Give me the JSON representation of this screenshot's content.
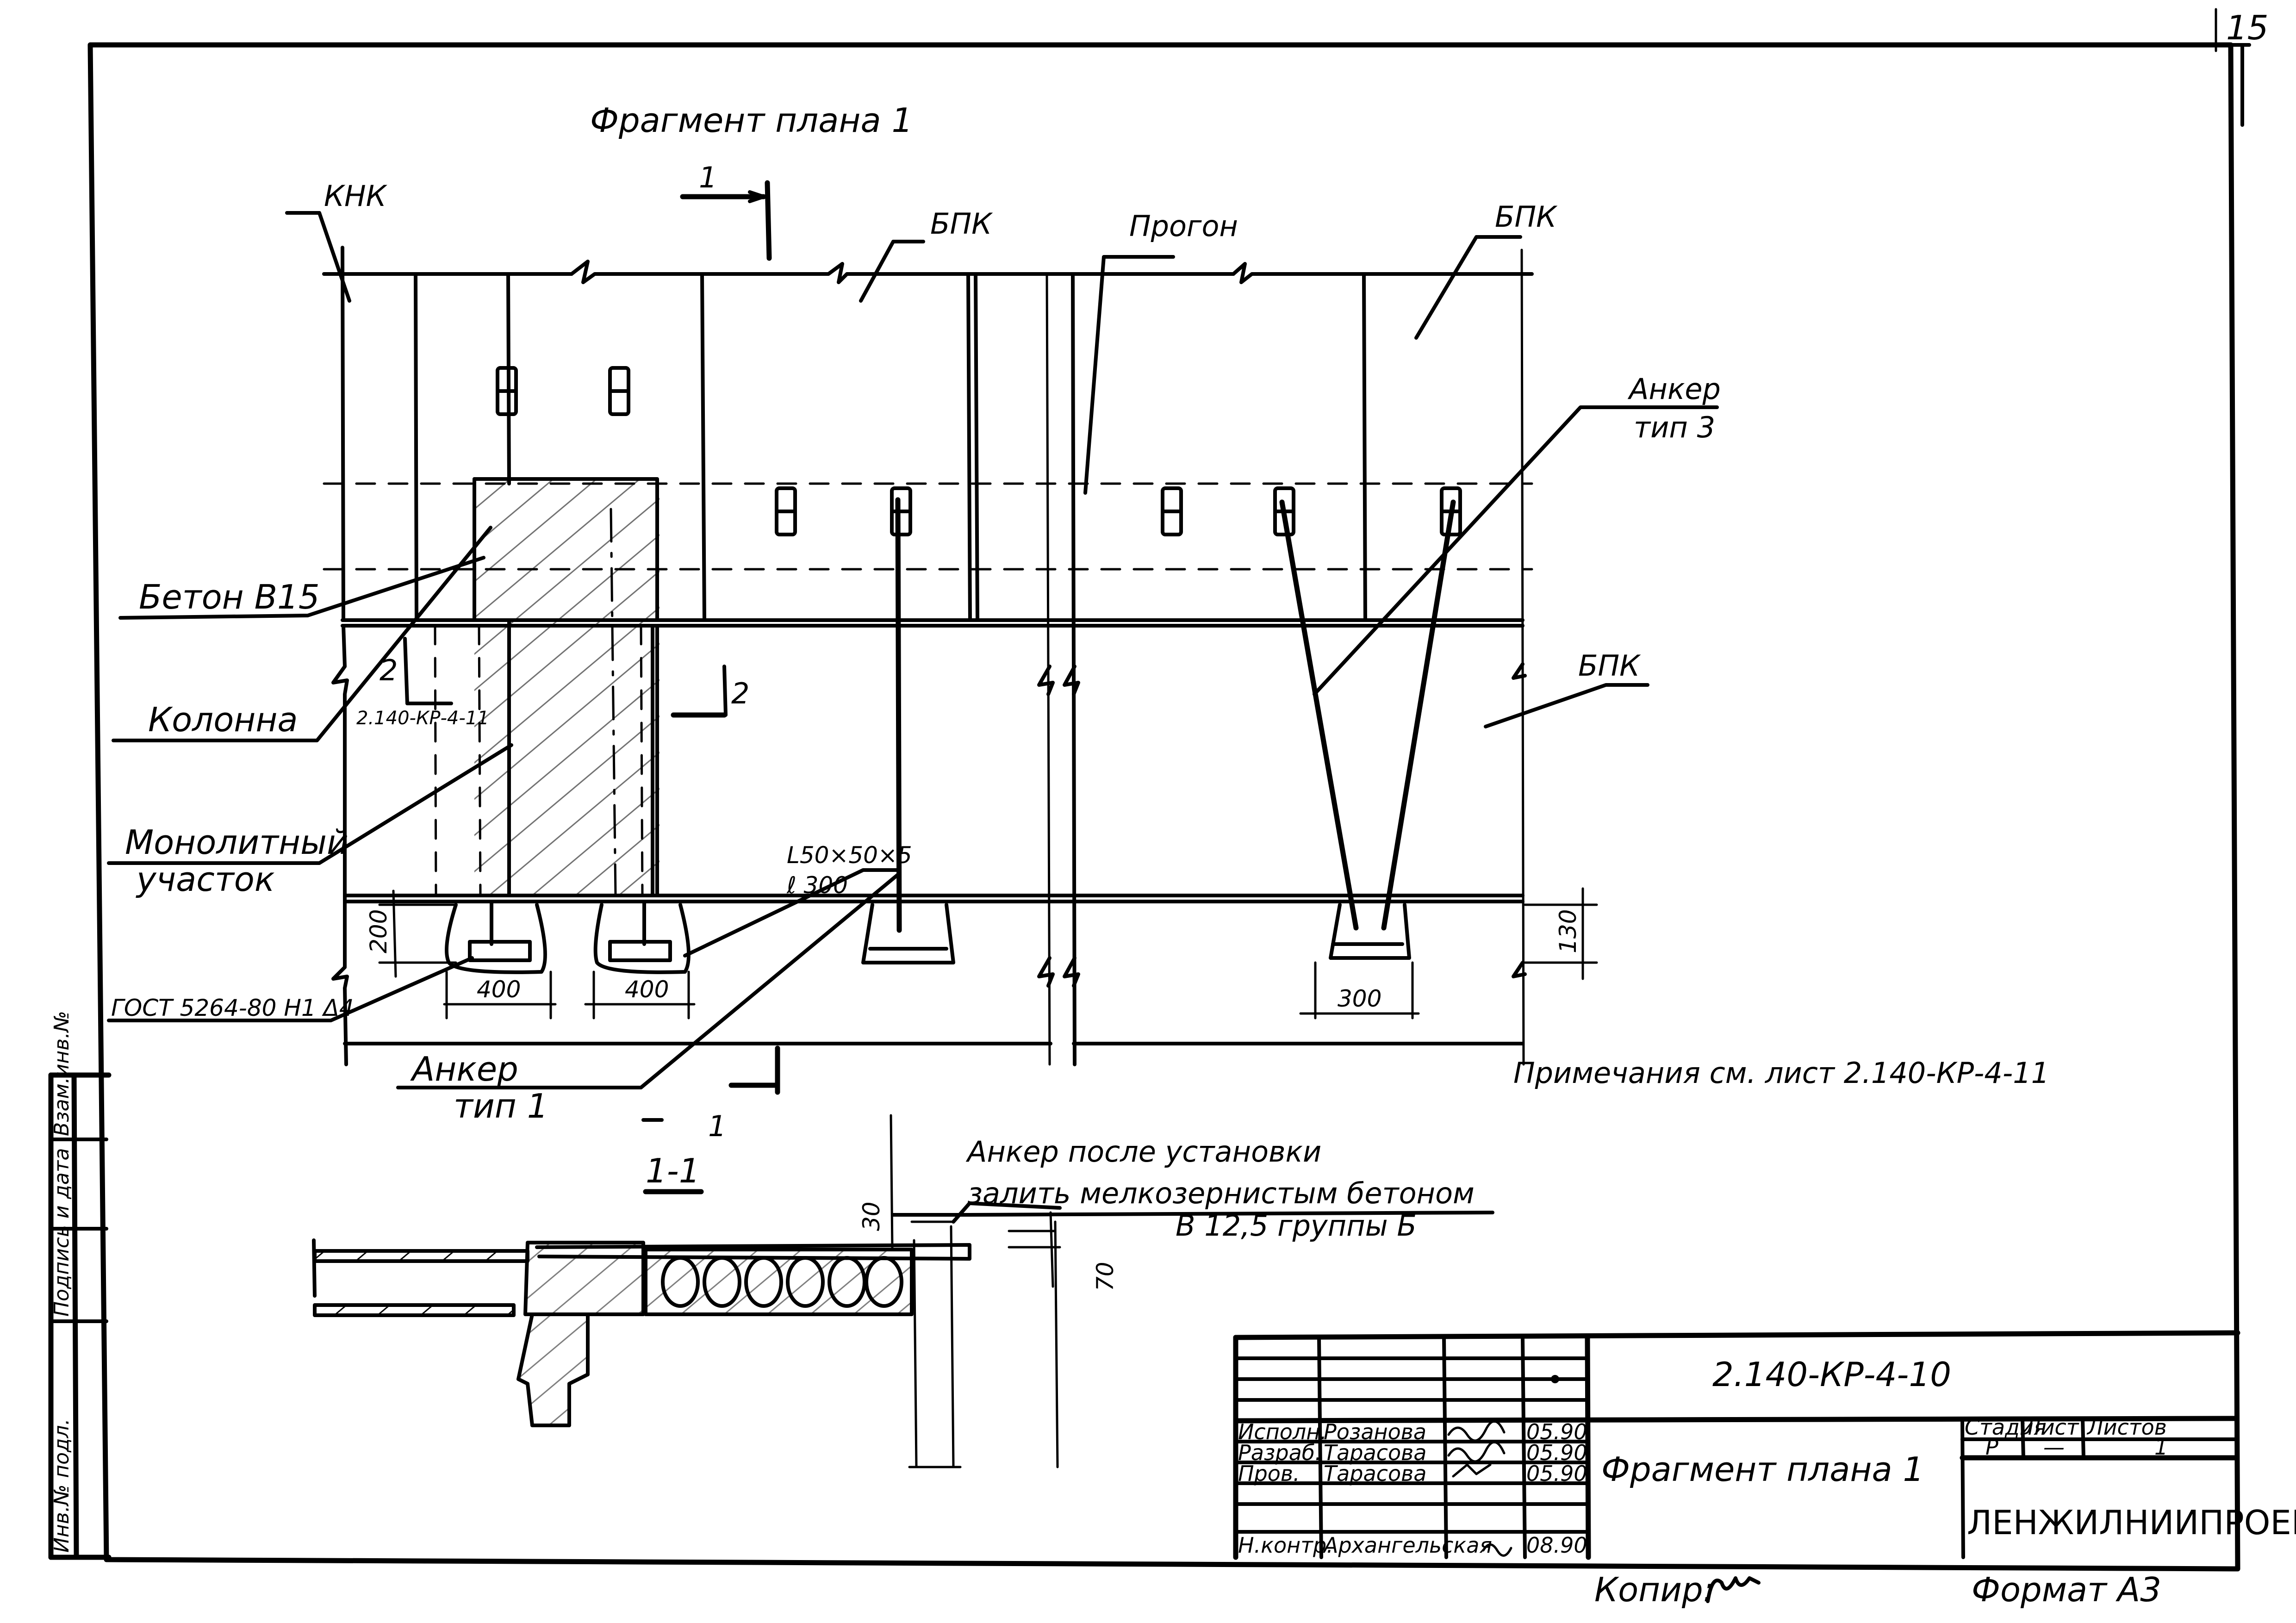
{
  "sheet_number": "15",
  "plan": {
    "title": "Фрагмент плана 1",
    "section_mark": "1",
    "section_mark_bottom": "1",
    "section_2_mark": "2",
    "section_2_mark_right": "2",
    "section_2_ref": "2.140-КР-4-11"
  },
  "labels": {
    "knk": "КНК",
    "bpk_top_left": "БПК",
    "progon": "Прогон",
    "bpk_top_right": "БПК",
    "anker_tip3_line1": "Анкер",
    "anker_tip3_line2": "тип 3",
    "beton_b15": "Бетон В15",
    "kolonna": "Колонна",
    "monolit_line1": "Монолитный",
    "monolit_line2": "участок",
    "bpk_right": "БПК",
    "angle_profile": "L50×50×5",
    "angle_length": "ℓ 300",
    "gost": "ГОСТ 5264-80 Н1 Δ4",
    "anker_tip1_line1": "Анкер",
    "anker_tip1_line2": "тип 1",
    "note": "Примечания см. лист 2.140-КР-4-11"
  },
  "dimensions": {
    "d200": "200",
    "d400_left": "400",
    "d400_right": "400",
    "d300": "300",
    "d130": "130",
    "d30": "30",
    "d70": "70"
  },
  "section_1_1": {
    "title": "1-1",
    "note_line1": "Анкер после установки",
    "note_line2": "залить мелкозернистым бетоном",
    "note_line3": "В 12,5 группы Б"
  },
  "side_stamp": {
    "cells": [
      "Взам.инв.№",
      "Подпись и дата",
      "Инв.№ подл."
    ]
  },
  "title_block": {
    "doc_code": "2.140-КР-4-10",
    "sheet_title": "Фрагмент плана 1",
    "org": "ЛЕНЖИЛНИИПРОЕКТ",
    "stage_header": "Стадия",
    "sheet_header": "Лист",
    "sheets_header": "Листов",
    "stage_value": "Р",
    "sheet_value": "—",
    "sheets_value": "1",
    "rows": [
      {
        "role": "Исполн.",
        "name": "Розанова",
        "sign": "подпись",
        "date": "05.90"
      },
      {
        "role": "Разраб.",
        "name": "Тарасова",
        "sign": "подпись",
        "date": "05.90"
      },
      {
        "role": "Пров.",
        "name": "Тарасова",
        "sign": "подпись",
        "date": "05.90"
      },
      {
        "role": "Н.контр.",
        "name": "Архангельская",
        "sign": "подпись",
        "date": "08.90"
      }
    ]
  },
  "footer": {
    "copied": "Копир:",
    "format": "Формат А3"
  }
}
